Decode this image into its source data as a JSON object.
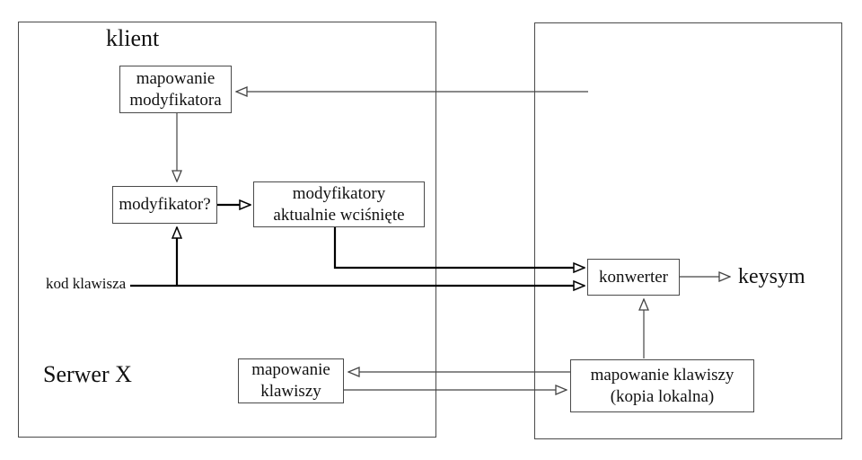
{
  "diagram": {
    "regions": {
      "server": {
        "label": "Serwer X"
      },
      "client": {
        "label": "klient"
      }
    },
    "nodes": {
      "modifier_mapping": {
        "label": "mapowanie\nmodyfikatora"
      },
      "modifier_check": {
        "label": "modyfikator?"
      },
      "modifiers_pressed": {
        "label": "modyfikatory\naktualnie wciśnięte"
      },
      "converter": {
        "label": "konwerter"
      },
      "key_mapping": {
        "label": "mapowanie\nklawiszy"
      },
      "key_mapping_local_copy": {
        "label": "mapowanie klawiszy\n(kopia lokalna)"
      }
    },
    "labels": {
      "key_code": "kod klawisza",
      "keysym": "keysym"
    },
    "arrows": [
      {
        "from": "client",
        "to": "modifier_mapping",
        "style": "thin"
      },
      {
        "from": "modifier_mapping",
        "to": "modifier_check",
        "style": "thin"
      },
      {
        "from": "modifier_check",
        "to": "modifiers_pressed",
        "style": "thick"
      },
      {
        "from": "key_code_line",
        "to": "modifier_check",
        "style": "thick"
      },
      {
        "from": "key_code_label",
        "to": "converter",
        "style": "thick"
      },
      {
        "from": "modifiers_pressed",
        "to": "converter",
        "style": "thick"
      },
      {
        "from": "converter",
        "to": "keysym",
        "style": "thin"
      },
      {
        "from": "key_mapping_local_copy",
        "to": "converter",
        "style": "thin"
      },
      {
        "from": "key_mapping_local_copy",
        "to": "key_mapping",
        "style": "thin"
      },
      {
        "from": "key_mapping",
        "to": "key_mapping_local_copy",
        "style": "thin"
      }
    ],
    "colors": {
      "box_border": "#4a4a4a",
      "line_thin": "#444444",
      "line_thick": "#000000",
      "text": "#111111",
      "background": "#ffffff"
    }
  }
}
